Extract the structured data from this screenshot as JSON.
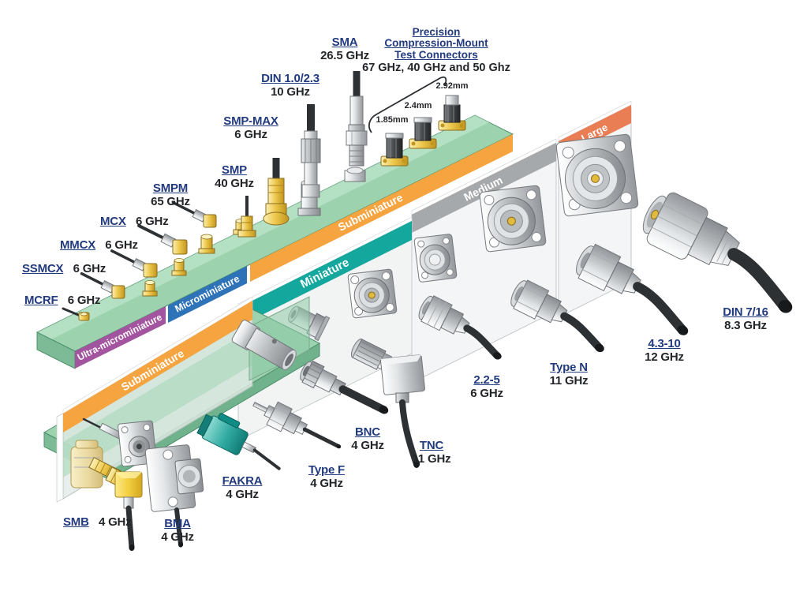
{
  "labels": {
    "sma": {
      "name": "SMA",
      "freq": "26.5 GHz"
    },
    "din1023": {
      "name": "DIN 1.0/2.3",
      "freq": "10 GHz"
    },
    "smpmax": {
      "name": "SMP-MAX",
      "freq": "6 GHz"
    },
    "smp": {
      "name": "SMP",
      "freq": "40 GHz"
    },
    "smpm": {
      "name": "SMPM",
      "freq": "65 GHz"
    },
    "mcx": {
      "name": "MCX",
      "freq": "6 GHz"
    },
    "mmcx": {
      "name": "MMCX",
      "freq": "6 GHz"
    },
    "ssmcx": {
      "name": "SSMCX",
      "freq": "6 GHz"
    },
    "mcrf": {
      "name": "MCRF",
      "freq": "6 GHz"
    },
    "din716": {
      "name": "DIN 7/16",
      "freq": "8.3 GHz"
    },
    "c4310": {
      "name": "4.3-10",
      "freq": "12 GHz"
    },
    "typen": {
      "name": "Type N",
      "freq": "11 GHz"
    },
    "c225": {
      "name": "2.2-5",
      "freq": "6 GHz"
    },
    "bnc": {
      "name": "BNC",
      "freq": "4 GHz"
    },
    "tnc": {
      "name": "TNC",
      "freq": "11 GHz"
    },
    "typef": {
      "name": "Type F",
      "freq": "4 GHz"
    },
    "fakra": {
      "name": "FAKRA",
      "freq": "4 GHz"
    },
    "bma": {
      "name": "BMA",
      "freq": "4 GHz"
    },
    "smb": {
      "name": "SMB",
      "freq": "4 GHz"
    }
  },
  "precision": {
    "line1": "Precision",
    "line2": "Compression-Mount",
    "line3": "Test Connectors",
    "freqs": "67 GHz, 40 GHz and 50 Ghz",
    "sizes": [
      "1.85mm",
      "2.4mm",
      "2.92mm"
    ]
  },
  "bands": {
    "ultra": {
      "label": "Ultra-microminiature",
      "color": "#a2549f"
    },
    "micro": {
      "label": "Microminiature",
      "color": "#2e72b8"
    },
    "sub_top": {
      "label": "Subminiature",
      "color": "#f6a440"
    },
    "sub_lower": {
      "label": "Subminiature",
      "color": "#f6a440"
    },
    "mini": {
      "label": "Miniature",
      "color": "#14a79e"
    },
    "medium": {
      "label": "Medium",
      "color": "#a6a9ab"
    },
    "large": {
      "label": "Large",
      "color": "#e97d54"
    }
  },
  "colors": {
    "board_green": "#9cd3ae",
    "board_green_dark": "#7cbb96",
    "panel_white": "#f4f5f6",
    "label_blue": "#223a7e",
    "label_black": "#232528",
    "cable": "#2e3134"
  }
}
